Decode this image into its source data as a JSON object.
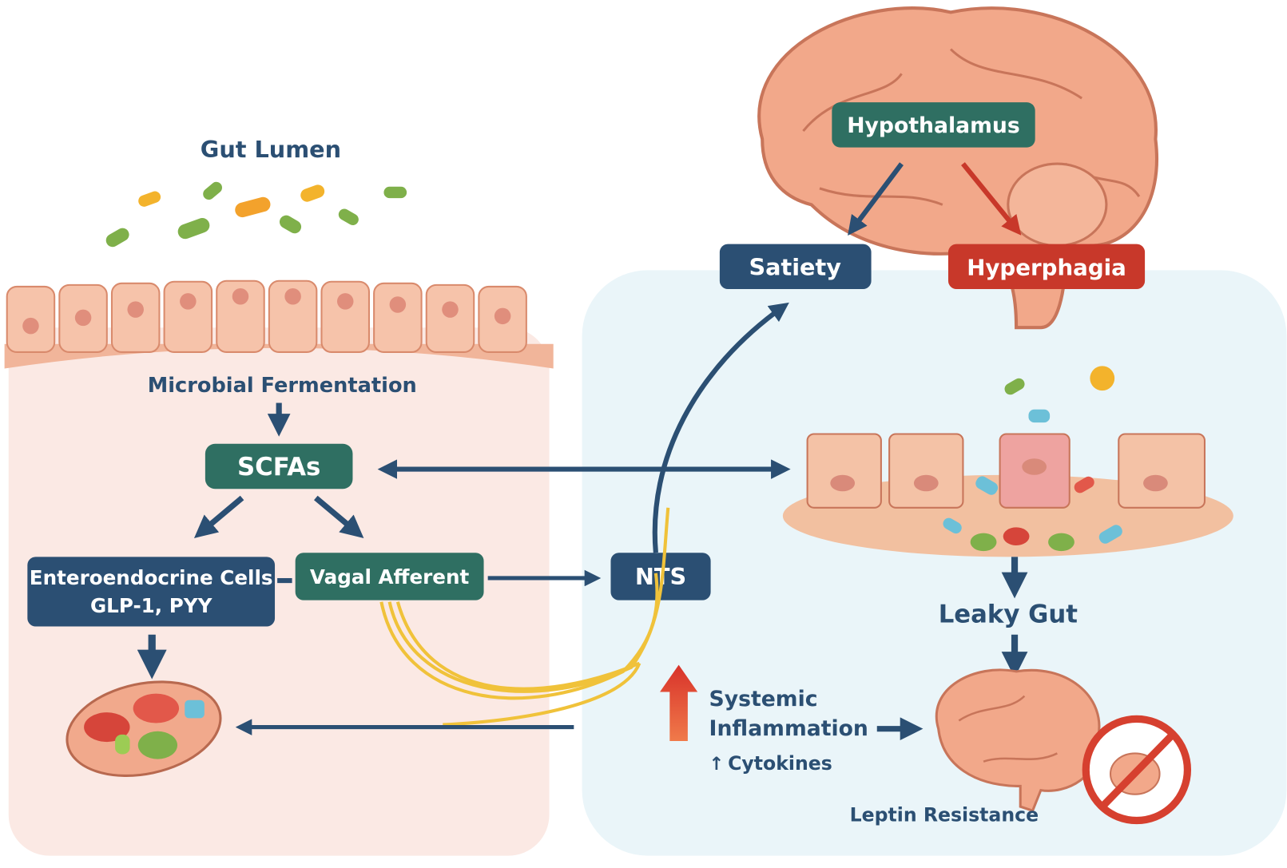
{
  "labels": {
    "gut_lumen": "Gut Lumen",
    "microbial_fermentation": "Microbial Fermentation",
    "scfas": "SCFAs",
    "enteroendocrine_line1": "Enteroendocrine Cells",
    "enteroendocrine_line2": "GLP-1, PYY",
    "vagal_afferent": "Vagal Afferent",
    "nts": "NTS",
    "hypothalamus": "Hypothalamus",
    "satiety": "Satiety",
    "hyperphagia": "Hyperphagia",
    "leaky_gut": "Leaky Gut",
    "systemic_line1": "Systemic",
    "systemic_line2": "Inflammation",
    "cytokines": "Cytokines",
    "leptin_resistance": "Leptin Resistance"
  },
  "colors": {
    "navy": "#2b4f73",
    "teal": "#2f6f62",
    "red": "#c8382a",
    "left_panel": "#fbe9e4",
    "right_panel": "#eaf5f9",
    "tissue": "#f2b89c",
    "nerve": "#f0c23a"
  }
}
